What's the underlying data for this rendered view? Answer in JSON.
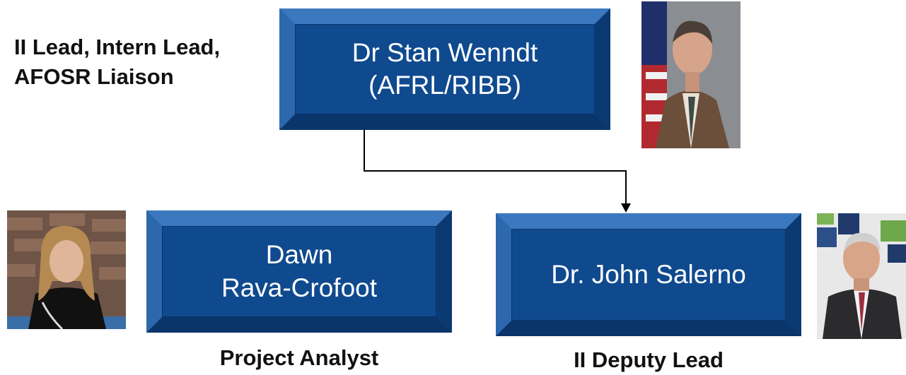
{
  "top": {
    "role": "II Lead, Intern Lead,\nAFOSR Liaison",
    "role_line1": "II Lead, Intern Lead,",
    "role_line2": "AFOSR Liaison",
    "name_line1": "Dr Stan Wenndt",
    "name_line2": "(AFRL/RIBB)"
  },
  "left": {
    "name_line1": "Dawn",
    "name_line2": "Rava-Crofoot",
    "role": "Project Analyst"
  },
  "right": {
    "name_line1": "Dr. John Salerno",
    "role": "II Deputy Lead"
  },
  "colors": {
    "box_fill": "#0f4a8f",
    "box_bevel": "#1e5aa0",
    "connector": "#000000"
  },
  "icons": [
    "portrait-photo",
    "portrait-photo",
    "portrait-photo"
  ]
}
